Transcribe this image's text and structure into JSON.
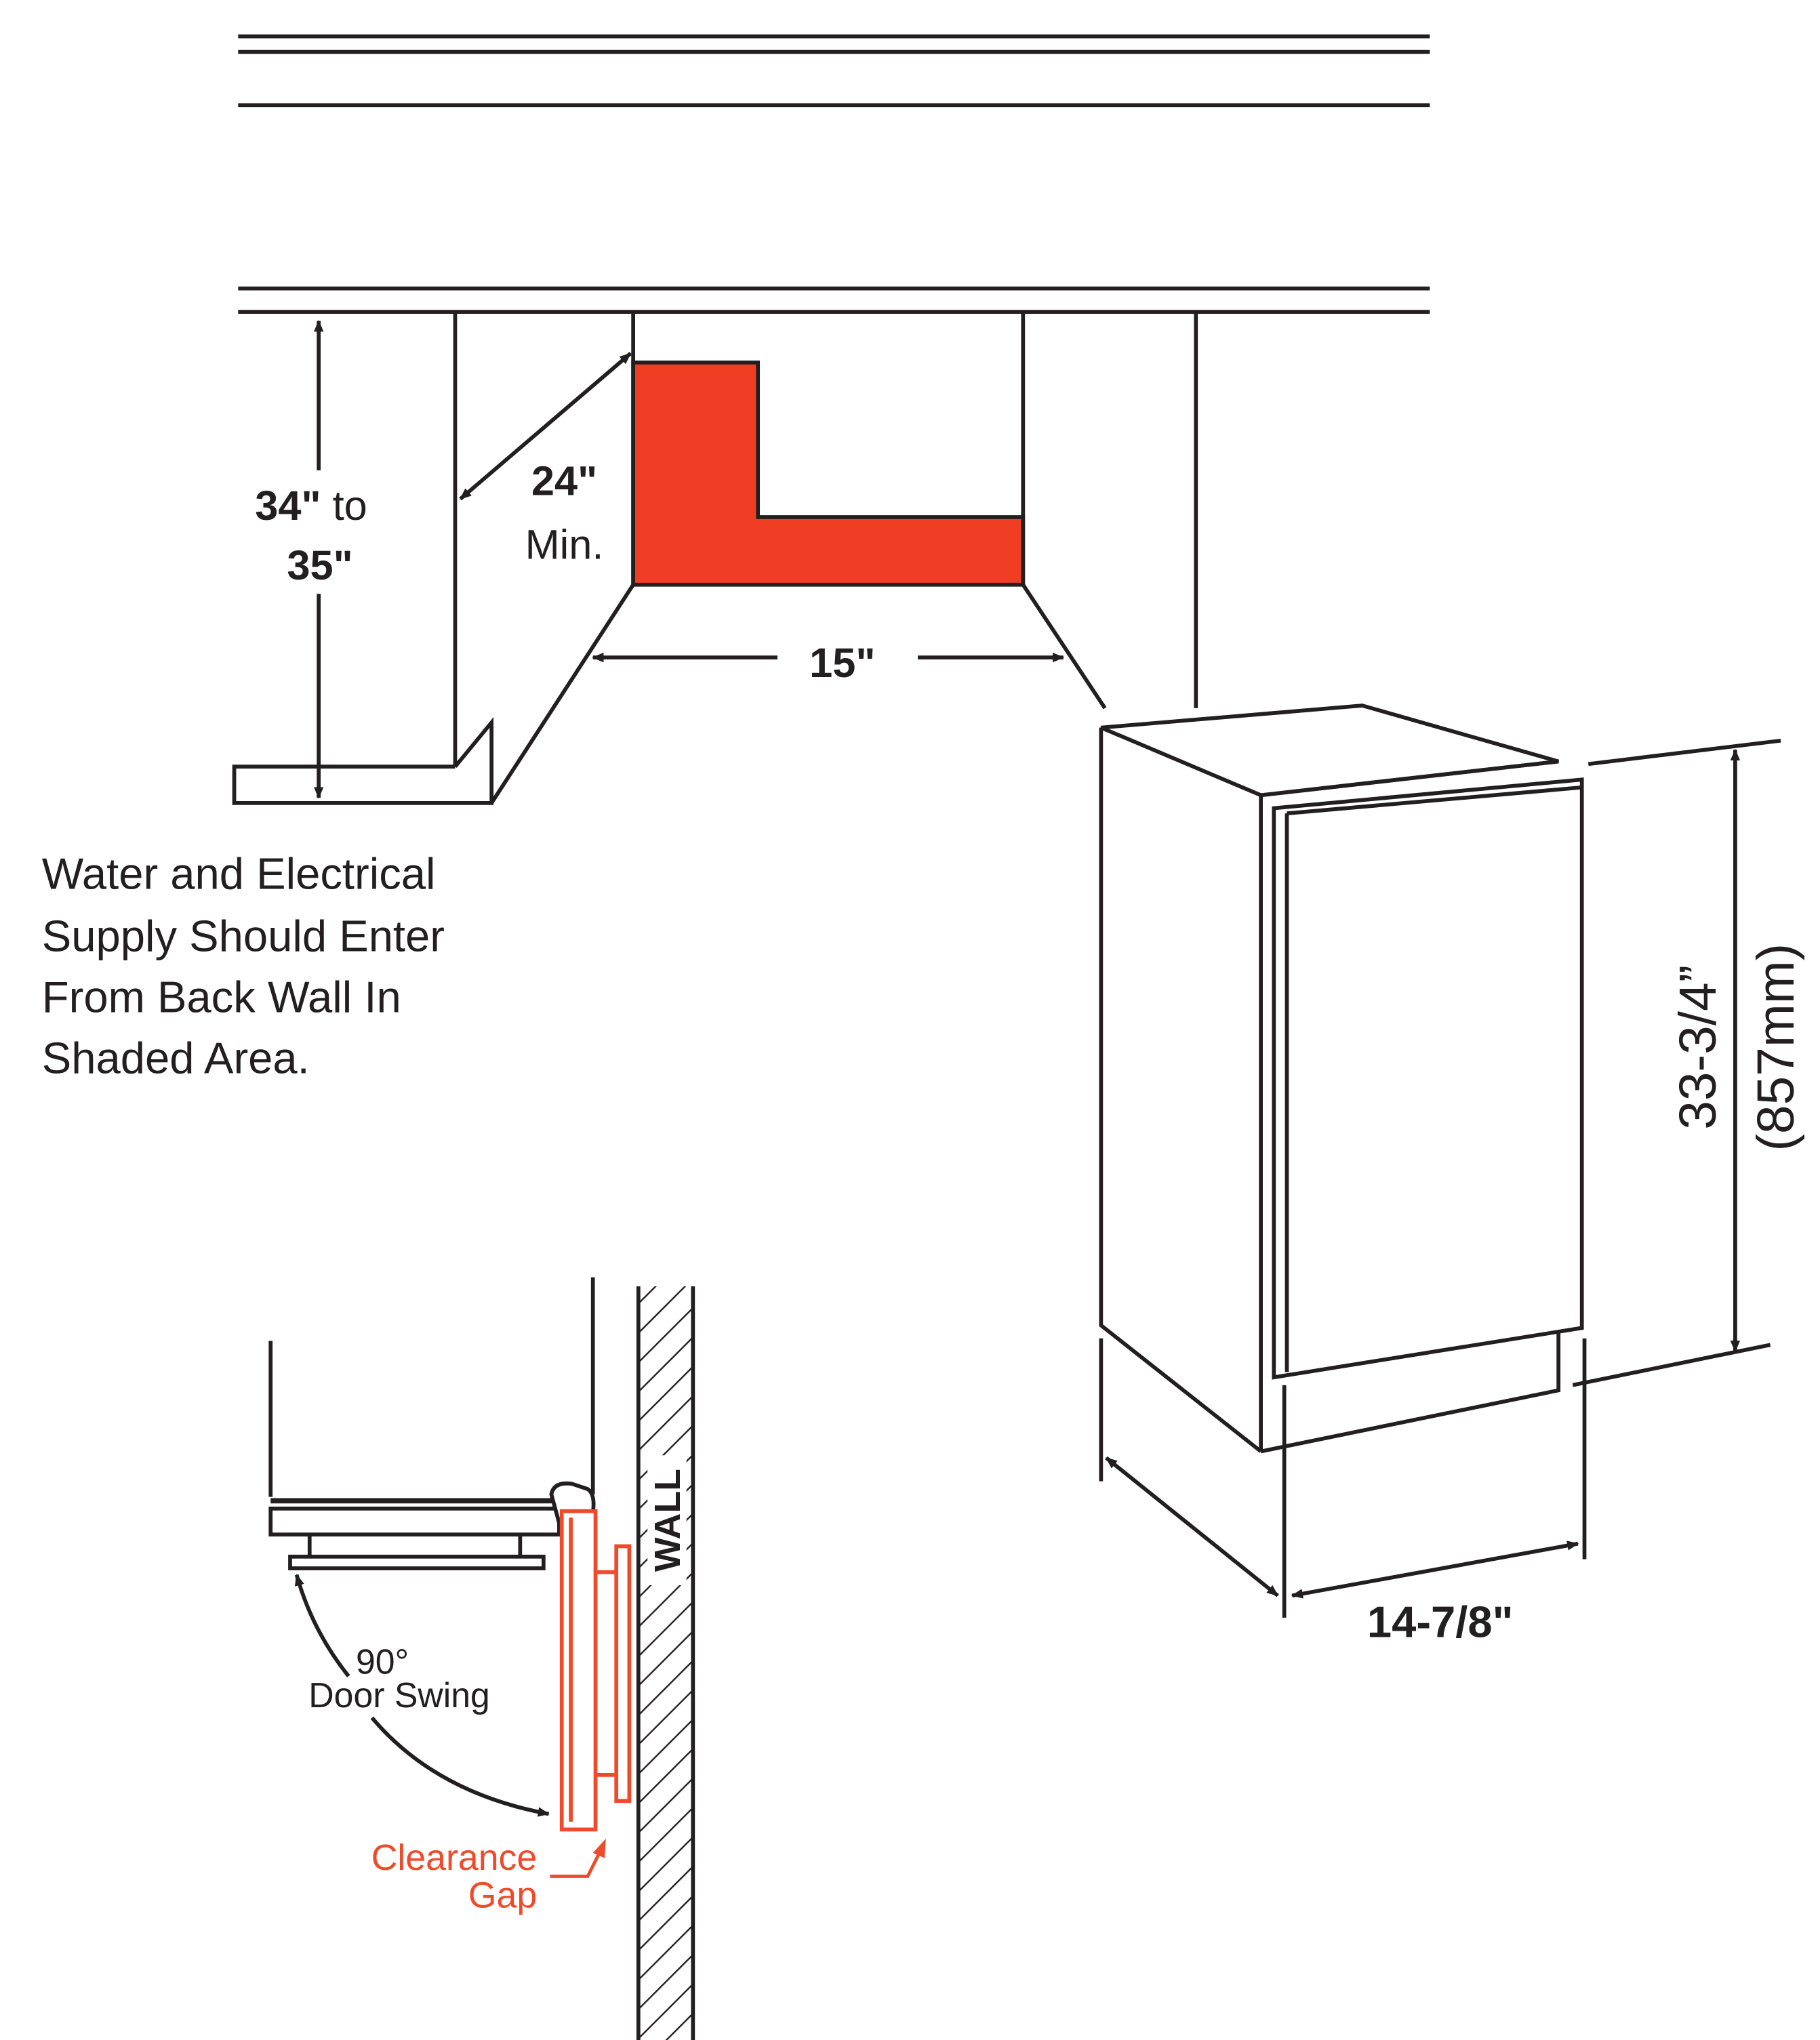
{
  "colors": {
    "line": "#231f20",
    "supply_area": "#ef3e23",
    "clearance": "#ef4a2a"
  },
  "install_view": {
    "height_label_bold_a": "34\"",
    "height_label_mid": " to",
    "height_label_bold_b": "35\"",
    "depth_label": "24\"",
    "depth_label_sub": "Min.",
    "width_label": "15\""
  },
  "supply_note": {
    "lines": [
      "Water and Electrical",
      "Supply Should Enter",
      "From Back Wall In",
      "Shaded Area."
    ]
  },
  "unit_view": {
    "height_label": "33-3/4”",
    "height_label_mm": "(857mm)",
    "width_label": "14-7/8\""
  },
  "door_detail": {
    "swing_angle": "90°",
    "swing_label": "Door Swing",
    "wall_label": "WALL",
    "clearance_line1": "Clearance",
    "clearance_line2": "Gap"
  }
}
